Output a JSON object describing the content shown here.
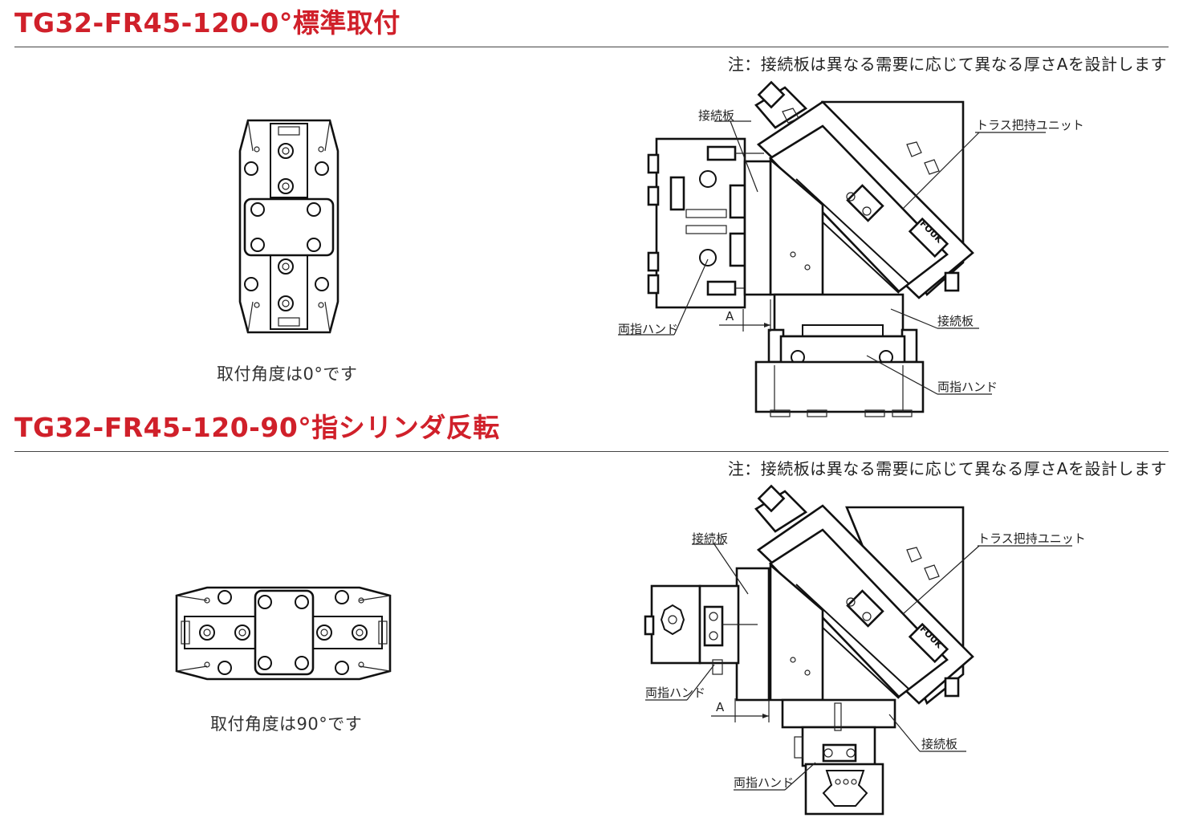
{
  "sections": [
    {
      "title": "TG32-FR45-120-0°標準取付",
      "note": "注：接続板は異なる需要に応じて異なる厚さAを設計します",
      "caption": "取付角度は0°です",
      "labels": {
        "plate_top": "接続板",
        "truss_unit": "トラス把持ユニット",
        "hand_left": "両指ハンド",
        "plate_bottom": "接続板",
        "hand_bottom": "両指ハンド",
        "dim_a": "A"
      }
    },
    {
      "title": "TG32-FR45-120-90°指シリンダ反転",
      "note": "注：接続板は異なる需要に応じて異なる厚さAを設計します",
      "caption": "取付角度は90°です",
      "labels": {
        "plate_top": "接続板",
        "truss_unit": "トラス把持ユニット",
        "hand_left": "両指ハンド",
        "plate_bottom": "接続板",
        "hand_bottom": "両指ハンド",
        "dim_a": "A"
      }
    }
  ],
  "logo_text": "FOUK"
}
